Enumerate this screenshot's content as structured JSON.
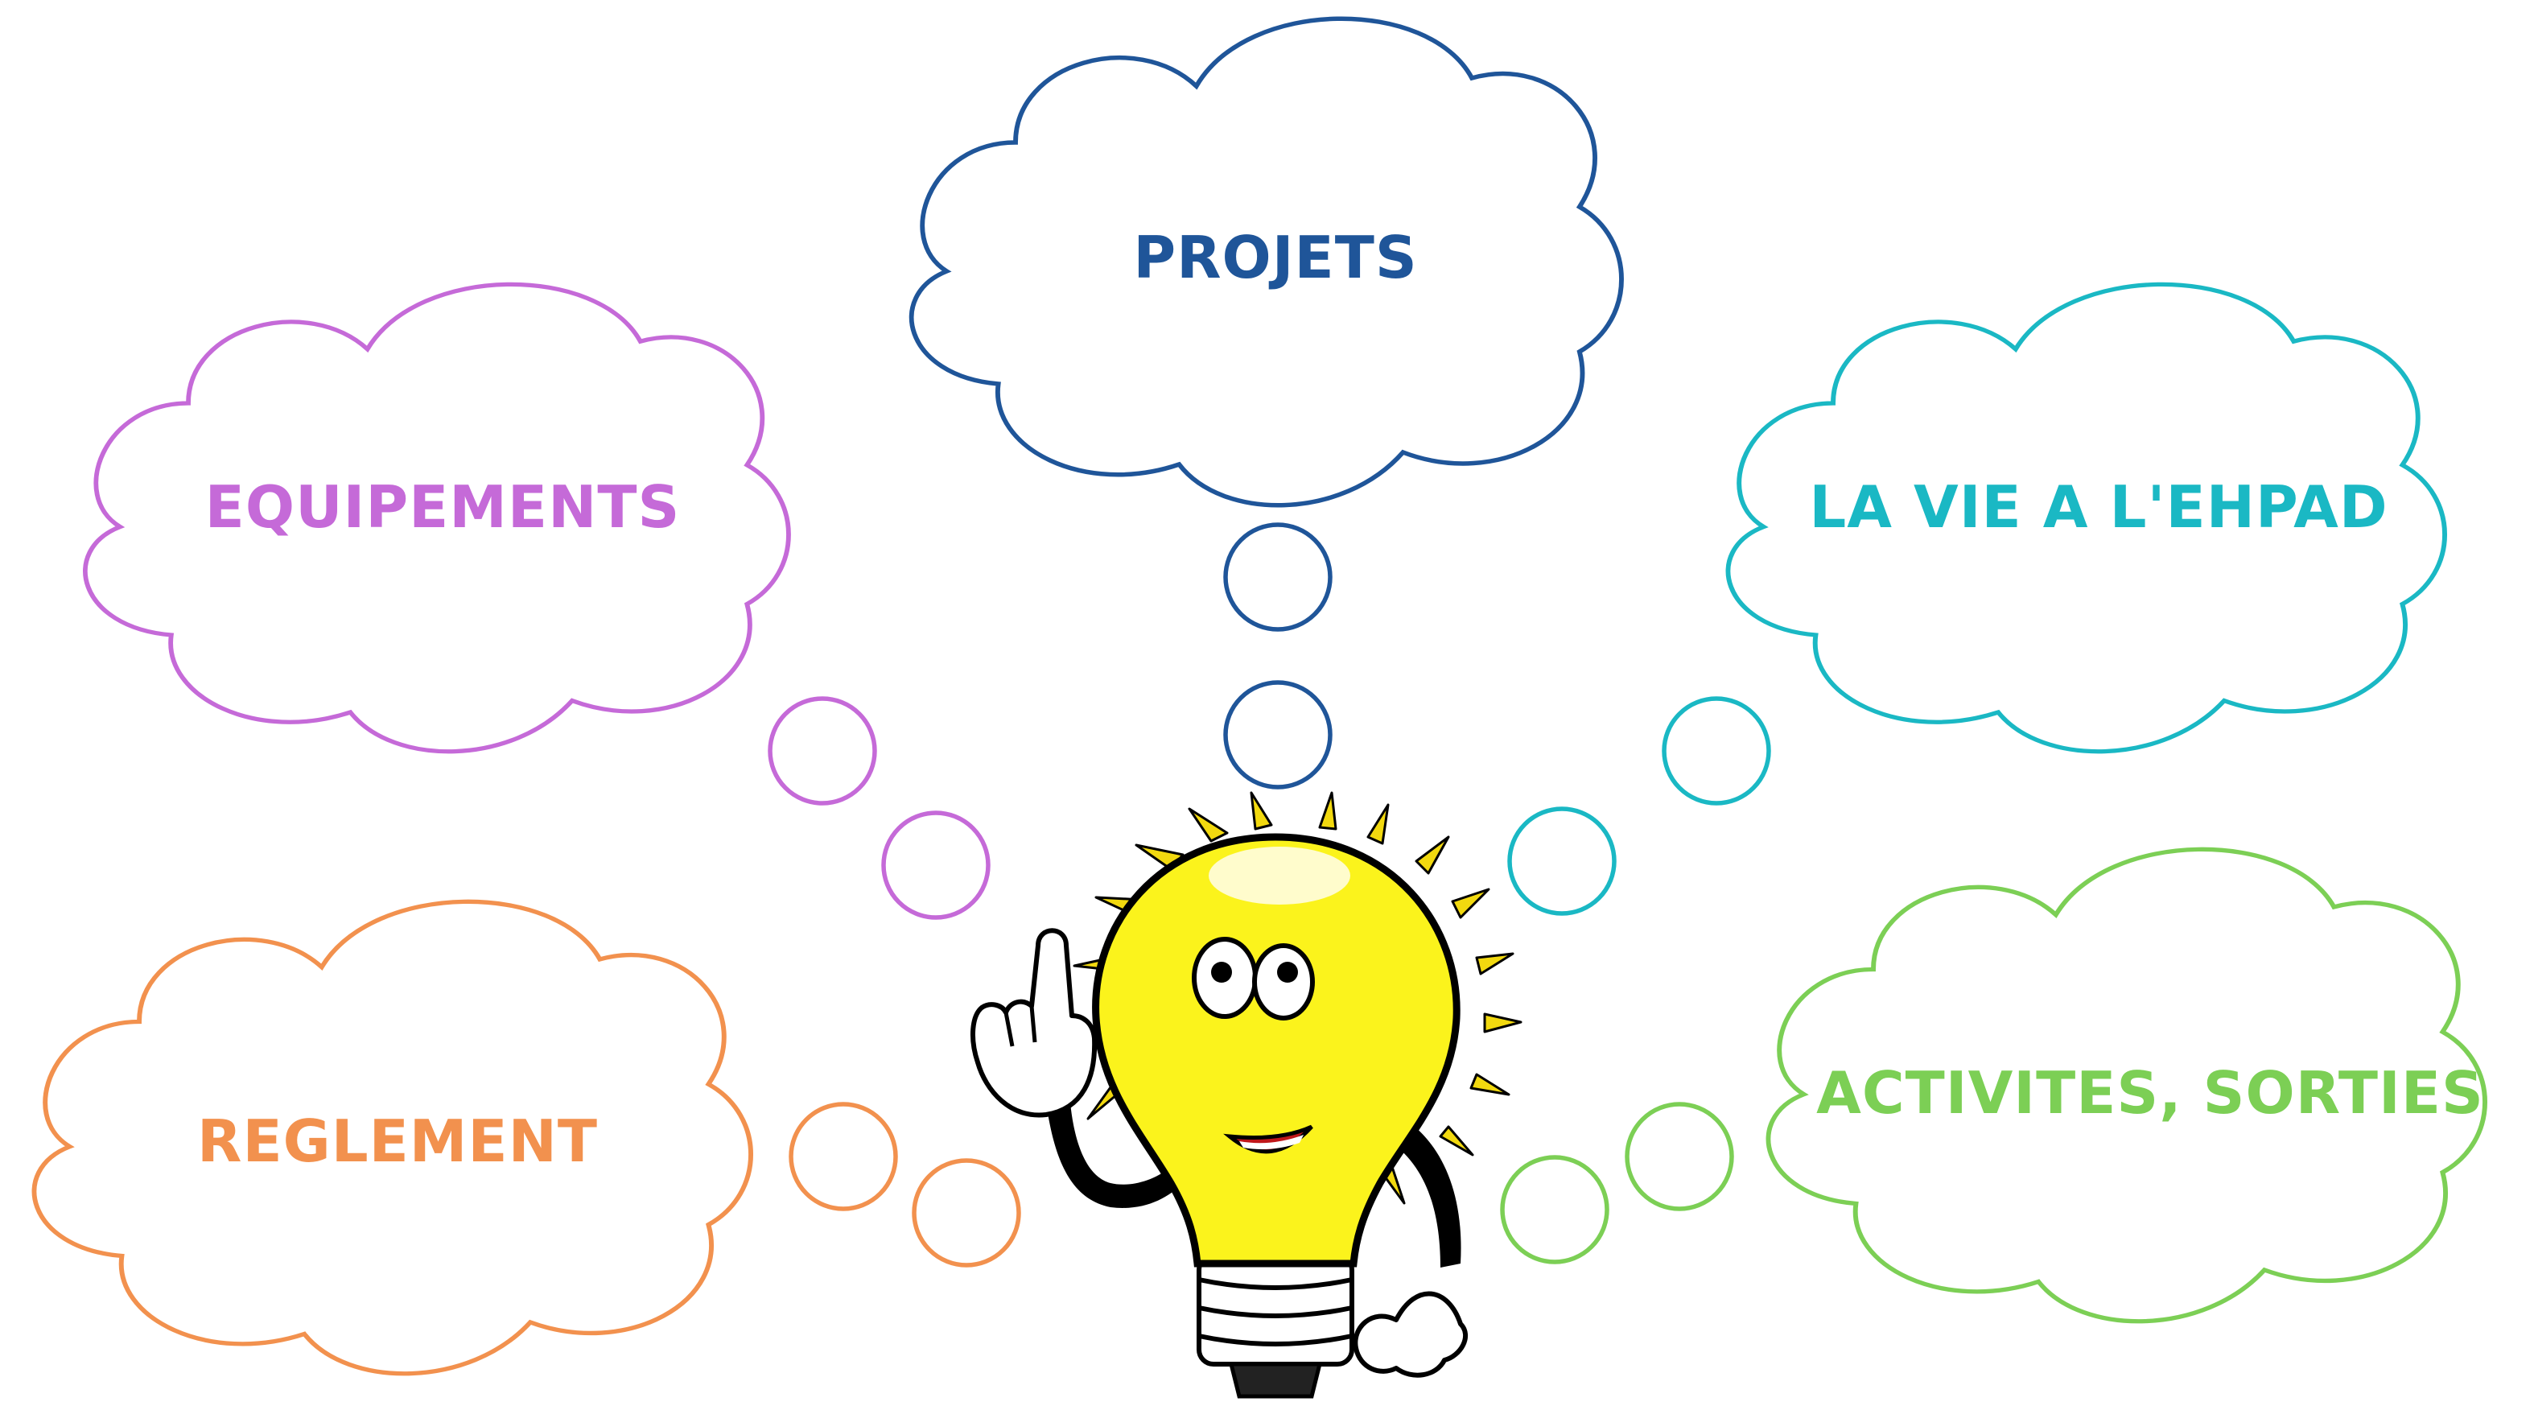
{
  "clouds": [
    {
      "id": "projets",
      "label": "PROJETS",
      "color": "#1f5599"
    },
    {
      "id": "equipements",
      "label": "EQUIPEMENTS",
      "color": "#c56ad8"
    },
    {
      "id": "la-vie",
      "label": "LA VIE A L'EHPAD",
      "color": "#1ab8c4"
    },
    {
      "id": "reglement",
      "label": "REGLEMENT",
      "color": "#f2914e"
    },
    {
      "id": "activites",
      "label": "ACTIVITES, SORTIES",
      "color": "#7ccf55"
    }
  ],
  "mascot": {
    "icon": "lightbulb-mascot-icon",
    "bulb_color": "#fbf31c",
    "ray_color": "#f2d90f",
    "outline_color": "#000000"
  }
}
